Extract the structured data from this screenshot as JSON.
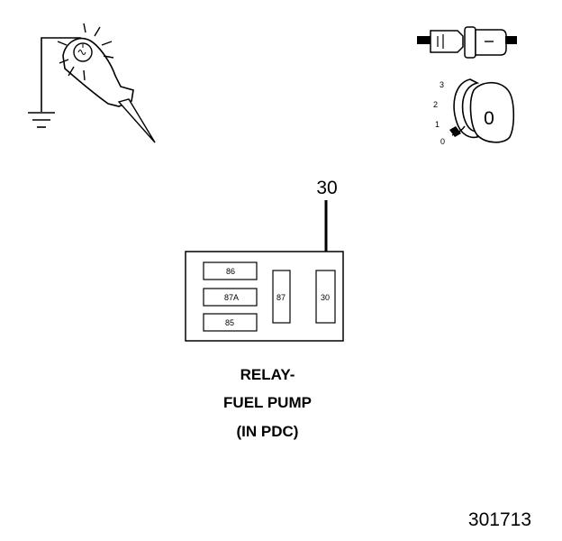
{
  "test_light": {
    "icon": "test-light-probe-icon"
  },
  "ignition": {
    "connector_icon": "connector-icon",
    "key_icon": "ignition-key-icon",
    "positions": [
      "3",
      "2",
      "1",
      "0"
    ],
    "key_label": "0"
  },
  "callout": {
    "label": "30"
  },
  "relay": {
    "pins": {
      "p86": "86",
      "p87a": "87A",
      "p85": "85",
      "p87": "87",
      "p30": "30"
    }
  },
  "caption": {
    "line1": "RELAY-",
    "line2": "FUEL PUMP",
    "line3": "(IN PDC)"
  },
  "figure_number": "301713"
}
